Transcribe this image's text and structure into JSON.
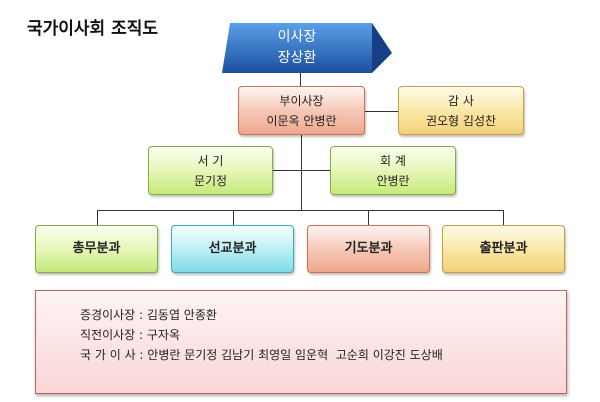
{
  "title": "국가이사회 조직도",
  "chairman": {
    "role": "이사장",
    "name": "장상환"
  },
  "vice": {
    "role": "부이사장",
    "name": "이문옥 안병란"
  },
  "audit": {
    "role": "감 사",
    "name": "권오형 김성찬"
  },
  "secretary": {
    "role": "서 기",
    "name": "문기정"
  },
  "accounting": {
    "role": "회 계",
    "name": "안병란"
  },
  "departments": [
    "총무분과",
    "선교분과",
    "기도분과",
    "출판분과"
  ],
  "notes": [
    "증경이사장 : 김동엽 안종환",
    "직전이사장 : 구자옥",
    "국 가 이 사 : 안병란 문기정 김남기 최영일 임운혁  고순희 이강진 도상배"
  ]
}
